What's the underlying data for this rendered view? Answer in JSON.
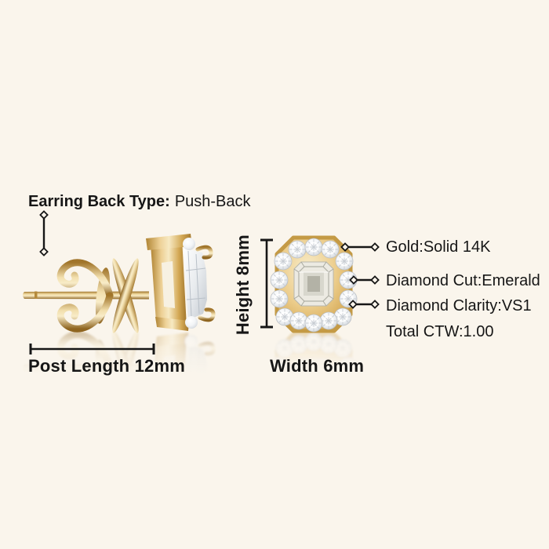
{
  "colors": {
    "background": "#FAF5EC",
    "text": "#161616",
    "line": "#161616",
    "gold": "#D9A850",
    "diamond_white": "#F2F4F6"
  },
  "callouts": {
    "back_type": {
      "label": "Earring Back Type:",
      "value": "Push-Back"
    },
    "post_length": "Post Length 12mm",
    "height": "Height 8mm",
    "width": "Width 6mm"
  },
  "specs": [
    {
      "label": "Gold:",
      "value": "Solid 14K"
    },
    {
      "label": "Diamond Cut:",
      "value": "Emerald"
    },
    {
      "label": "Diamond Clarity:",
      "value": "VS1"
    },
    {
      "label": "Total CTW:",
      "value": "1.00"
    }
  ],
  "illustrations": {
    "side_view": "gold stud earring side view with push-back clutch",
    "front_view": "emerald-cut diamond halo stud earring front view"
  }
}
